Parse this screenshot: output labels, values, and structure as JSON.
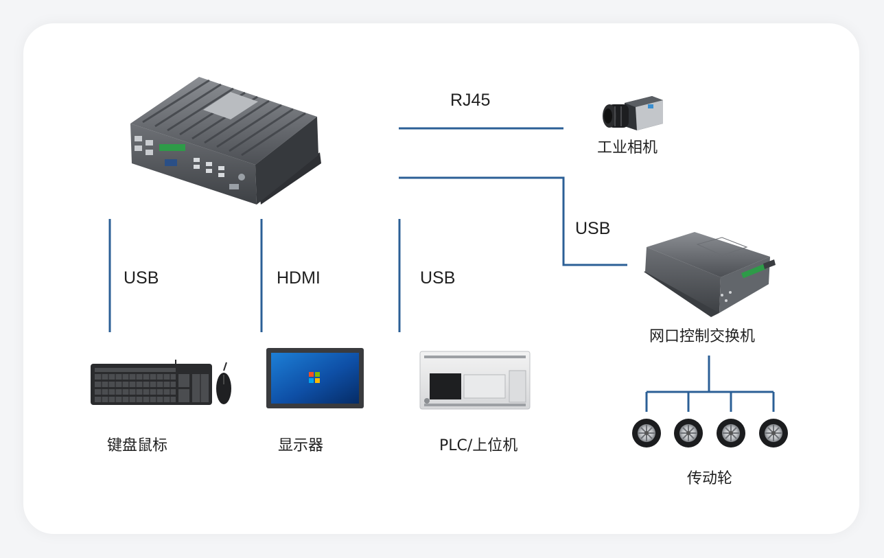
{
  "links": {
    "rj45": "RJ45",
    "usb_switch": "USB",
    "usb_keyboard": "USB",
    "hdmi": "HDMI",
    "usb_plc": "USB"
  },
  "devices": {
    "camera": "工业相机",
    "switch": "网口控制交换机",
    "keyboard_mouse": "键盘鼠标",
    "display": "显示器",
    "plc": "PLC/上位机",
    "wheels": "传动轮"
  },
  "colors": {
    "line": "#2b5f96",
    "card": "#ffffff",
    "device_dark": "#4a4d52"
  },
  "icons": [
    "industrial-pc-icon",
    "camera-icon",
    "control-switch-icon",
    "keyboard-icon",
    "mouse-icon",
    "display-icon",
    "plc-icon",
    "wheel-icon"
  ]
}
